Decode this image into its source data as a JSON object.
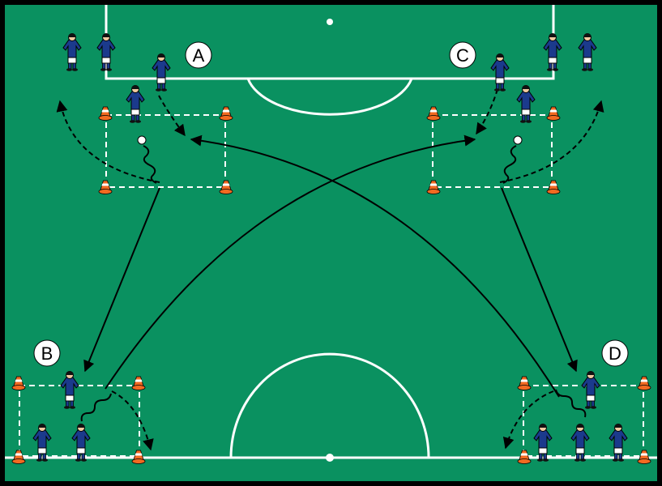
{
  "colors": {
    "pitch": "#0a9160",
    "line": "#ffffff",
    "border": "#000000",
    "arrow": "#000000",
    "shirt": "#1b3a8c",
    "shorts": "#ffffff",
    "cone_orange": "#f26a21",
    "cone_white": "#ffffff"
  },
  "stations": [
    {
      "label": "A"
    },
    {
      "label": "B"
    },
    {
      "label": "C"
    },
    {
      "label": "D"
    }
  ]
}
